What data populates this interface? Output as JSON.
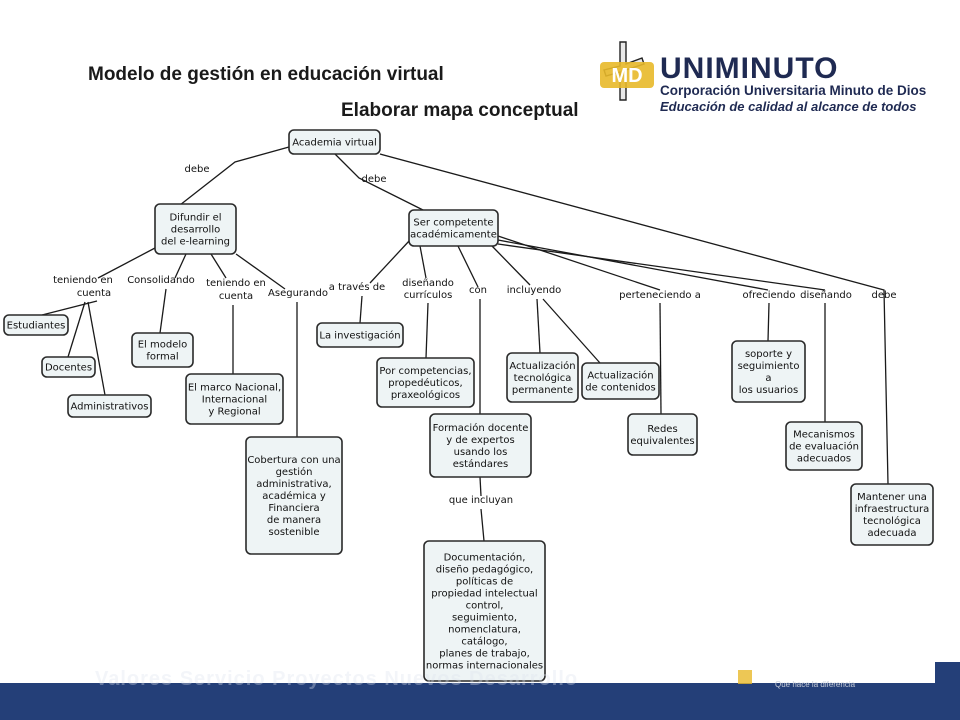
{
  "header": {
    "title": "Modelo de gestión en educación virtual",
    "subtitle": "Elaborar mapa conceptual"
  },
  "logo": {
    "initials": "MD",
    "name": "UNIMINUTO",
    "line1": "Corporación Universitaria Minuto de Dios",
    "line2": "Educación de calidad al alcance de todos"
  },
  "footer": {
    "text": "Valores     Servicio     Proyectos     Nuevos Desarrollo",
    "tagline": "Que hace la diferencia"
  },
  "colors": {
    "footer": "#243f78",
    "logo_accent": "#e8b92a",
    "node_fill": "#eef4f5"
  },
  "nodes": [
    {
      "id": "academia",
      "lines": [
        "Academia virtual"
      ]
    },
    {
      "id": "difundir",
      "lines": [
        "Difundir el",
        "desarrollo",
        "del e-learning"
      ]
    },
    {
      "id": "ser",
      "lines": [
        "Ser competente",
        "académicamente"
      ]
    },
    {
      "id": "estudiantes",
      "lines": [
        "Estudiantes"
      ]
    },
    {
      "id": "docentes",
      "lines": [
        "Docentes"
      ]
    },
    {
      "id": "administrativos",
      "lines": [
        "Administrativos"
      ]
    },
    {
      "id": "modelo",
      "lines": [
        "El modelo",
        "formal"
      ]
    },
    {
      "id": "marco",
      "lines": [
        "El marco Nacional,",
        "Internacional",
        "y Regional"
      ]
    },
    {
      "id": "cobertura",
      "lines": [
        "Cobertura con una",
        "gestión",
        "administrativa,",
        "académica y",
        "Financiera",
        "de manera",
        "sostenible"
      ]
    },
    {
      "id": "investigacion",
      "lines": [
        "La investigación"
      ]
    },
    {
      "id": "competencias",
      "lines": [
        "Por competencias,",
        "propedéuticos,",
        "praxeológicos"
      ]
    },
    {
      "id": "formacion",
      "lines": [
        "Formación docente",
        "y de expertos",
        "usando los",
        "estándares"
      ]
    },
    {
      "id": "documentacion",
      "lines": [
        "Documentación,",
        "diseño pedagógico,",
        "políticas de",
        "propiedad intelectual",
        "control,",
        "seguimiento,",
        "nomenclatura,",
        "catálogo,",
        "planes de trabajo,",
        "normas internacionales"
      ]
    },
    {
      "id": "actualizacion_tec",
      "lines": [
        "Actualización",
        "tecnológica",
        "permanente"
      ]
    },
    {
      "id": "actualizacion_cont",
      "lines": [
        "Actualización",
        "de contenidos"
      ]
    },
    {
      "id": "redes",
      "lines": [
        "Redes",
        "equivalentes"
      ]
    },
    {
      "id": "soporte",
      "lines": [
        "soporte y",
        "seguimiento",
        "a",
        "los usuarios"
      ]
    },
    {
      "id": "mecanismos",
      "lines": [
        "Mecanismos",
        "de evaluación",
        "adecuados"
      ]
    },
    {
      "id": "mantener",
      "lines": [
        "Mantener una",
        "infraestructura",
        "tecnológica",
        "adecuada"
      ]
    }
  ],
  "links": [
    {
      "text": "debe"
    },
    {
      "text": "debe"
    },
    {
      "text": "teniendo en cuenta"
    },
    {
      "text": "Consolidando"
    },
    {
      "text": "teniendo en cuenta"
    },
    {
      "text": "Asegurando"
    },
    {
      "text": "a través de"
    },
    {
      "text": "diseñando currículos"
    },
    {
      "text": "con"
    },
    {
      "text": "incluyendo"
    },
    {
      "text": "perteneciendo a"
    },
    {
      "text": "ofreciendo"
    },
    {
      "text": "diseñando"
    },
    {
      "text": "debe"
    },
    {
      "text": "que incluyan"
    }
  ]
}
